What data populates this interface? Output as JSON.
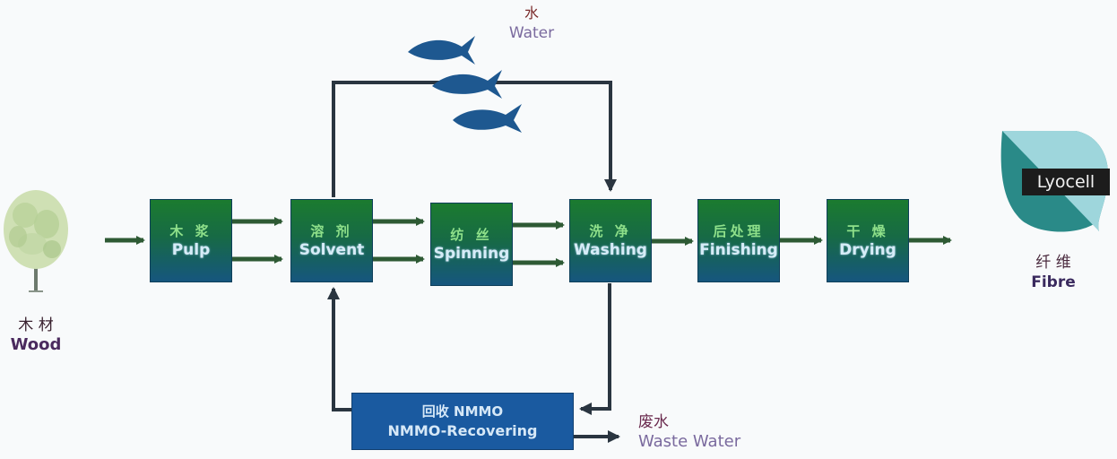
{
  "diagram": {
    "source": {
      "cn": "木 材",
      "en": "Wood",
      "icon": "tree-icon"
    },
    "steps": [
      {
        "id": "pulp",
        "cn": "木 浆",
        "en": "Pulp"
      },
      {
        "id": "solvent",
        "cn": "溶 剂",
        "en": "Solvent"
      },
      {
        "id": "spinning",
        "cn": "纺 丝",
        "en": "Spinning"
      },
      {
        "id": "washing",
        "cn": "洗 净",
        "en": "Washing"
      },
      {
        "id": "finishing",
        "cn": "后处理",
        "en": "Finishing"
      },
      {
        "id": "drying",
        "cn": "干 燥",
        "en": "Drying"
      }
    ],
    "water": {
      "cn": "水",
      "en": "Water",
      "icon": "fish-icon"
    },
    "recovery": {
      "line1": "回收 NMMO",
      "line2": "NMMO-Recovering"
    },
    "waste_water": {
      "cn": "废水",
      "en": "Waste Water"
    },
    "product": {
      "brand": "Lyocell",
      "cn": "纤 维",
      "en": "Fibre",
      "icon": "leaf-icon"
    },
    "colors": {
      "box_top": "#1b7b2f",
      "box_bottom": "#16567e",
      "recovery_box": "#1a5aa0",
      "arrow_green": "#2e5a34",
      "arrow_dark": "#2a3540",
      "fish": "#1e5890",
      "label_purple": "#5a2a6e"
    }
  }
}
